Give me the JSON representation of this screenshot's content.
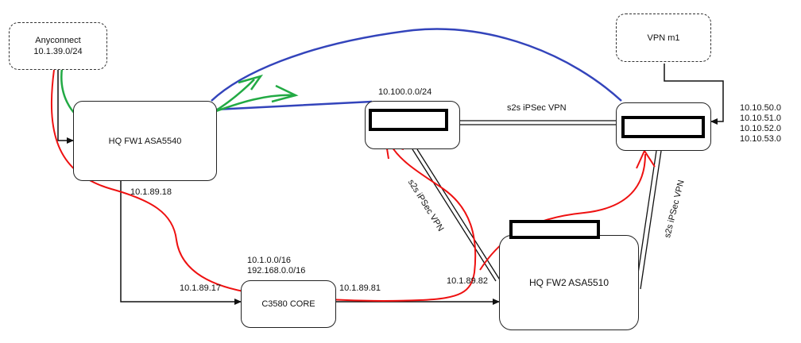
{
  "nodes": {
    "anyconnect": "Anyconnect\n10.1.39.0/24",
    "vpn_m1": "VPN m1",
    "hq_fw1": "HQ FW1 ASA5540",
    "c3580": "C3580 CORE",
    "hq_fw2": "HQ FW2 ASA5510"
  },
  "labels": {
    "net_10_100": "10.100.0.0/24",
    "s2s_top": "s2s iPSec VPN",
    "s2s_mid": "s2s iPSec VPN",
    "s2s_right": "s2s iPSec VPN",
    "remote_nets": "10.10.50.0\n10.10.51.0\n10.10.52.0\n10.10.53.0",
    "ip_fw1_down": "10.1.89.18",
    "core_nets": "10.1.0.0/16\n192.168.0.0/16",
    "ip_core_left": "10.1.89.17",
    "ip_core_right": "10.1.89.81",
    "ip_fw2_left": "10.1.89.82"
  },
  "colors": {
    "line": "#111111",
    "blue_path": "#3344bb",
    "green_path": "#22aa44",
    "red_path": "#ee1111"
  }
}
